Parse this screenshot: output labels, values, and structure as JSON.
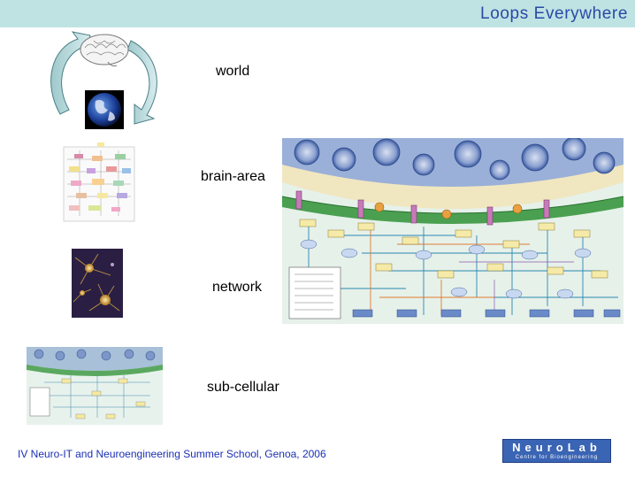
{
  "header": {
    "title": "Loops Everywhere"
  },
  "levels": [
    {
      "label": "world"
    },
    {
      "label": "brain-area"
    },
    {
      "label": "network"
    },
    {
      "label": "sub-cellular"
    }
  ],
  "footer": {
    "text": "IV Neuro-IT and Neuroengineering Summer School, Genoa, 2006"
  },
  "logo": {
    "name": "NeuroLab",
    "tagline": "Centre for Bioengineering"
  },
  "colors": {
    "title_bar": "#bfe3e3",
    "title_text": "#2a4aa6",
    "footer_text": "#1a2fb5",
    "logo_bg": "#3a64b4"
  }
}
